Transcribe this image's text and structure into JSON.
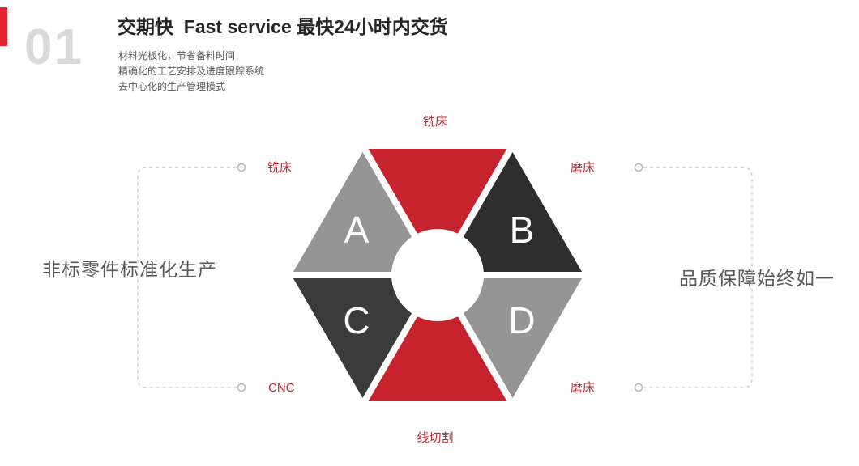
{
  "header": {
    "index": "01",
    "title": "交期快  Fast service 最快24小时内交货",
    "bullets": [
      "材料光板化，节省备料时间",
      "精确化的工艺安排及进度跟踪系统",
      "去中心化的生产管理模式"
    ]
  },
  "side_text": {
    "left": "非标零件标准化生产",
    "right": "品质保障始终如一"
  },
  "diagram": {
    "letters": [
      "A",
      "B",
      "C",
      "D"
    ],
    "labels": {
      "top": "铣床",
      "left_top": "铣床",
      "right_top": "磨床",
      "left_bottom": "CNC",
      "right_bottom": "磨床",
      "bottom": "线切割"
    }
  },
  "colors": {
    "accent_red": "#e8212b",
    "triangle_red": "#c7232e",
    "triangle_gray": "#959595",
    "triangle_dark_b": "#2e2e2e",
    "triangle_dark_c": "#3b3b3b",
    "label_red": "#c7232e",
    "caption_gray": "#595959",
    "dashed_gray": "#c8c8c8",
    "index_gray": "#d9d9d9"
  }
}
